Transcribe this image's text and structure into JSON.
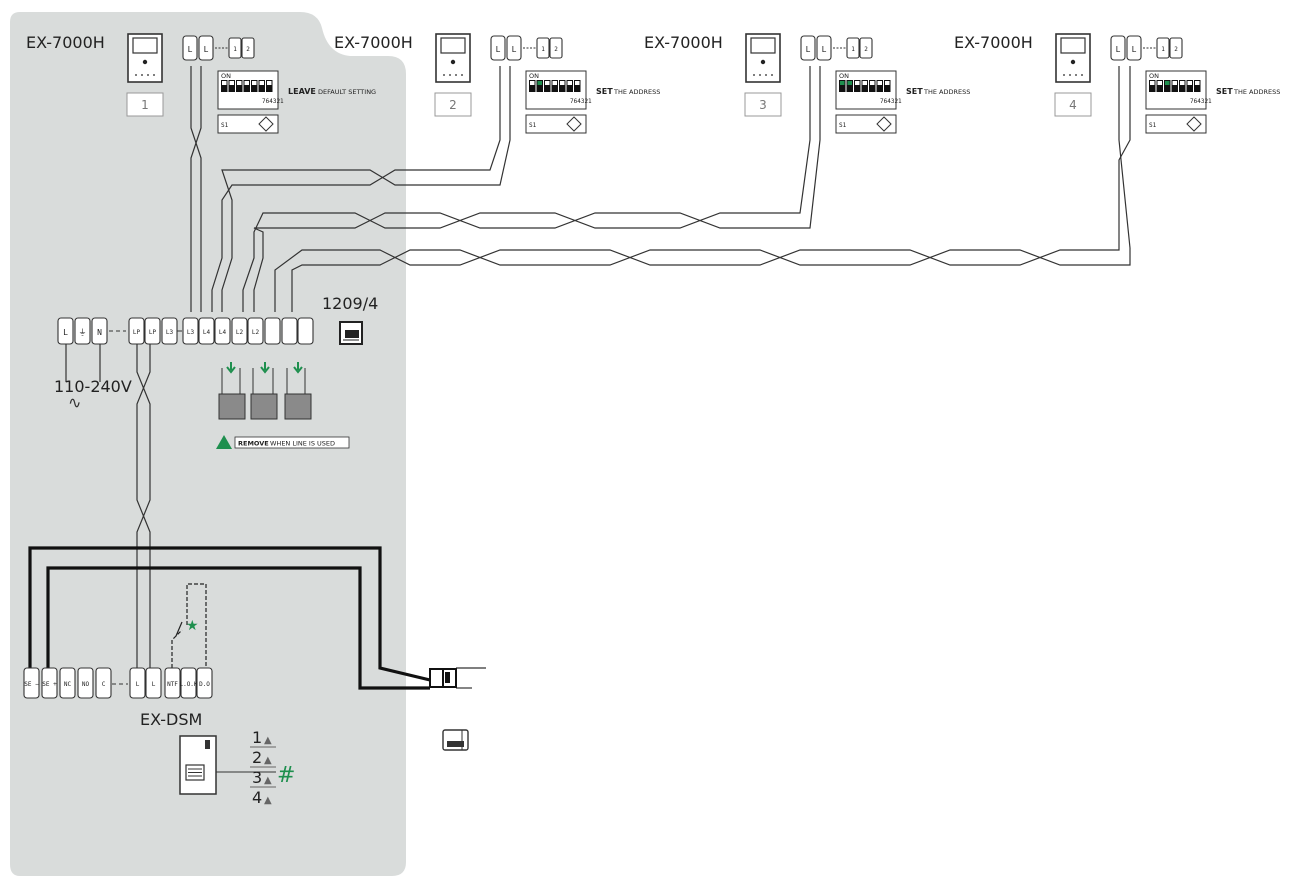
{
  "monitors": [
    {
      "model": "EX-7000H",
      "number": "1",
      "terminals": [
        "L",
        "L"
      ],
      "dip_on": "ON",
      "dip_bold": "LEAVE",
      "dip_text": "DEFAULT SETTING",
      "dip_digits": "764321",
      "s1": "S1"
    },
    {
      "model": "EX-7000H",
      "number": "2",
      "terminals": [
        "L",
        "L"
      ],
      "dip_on": "ON",
      "dip_bold": "SET",
      "dip_text": "THE ADDRESS",
      "dip_digits": "764321",
      "s1": "S1"
    },
    {
      "model": "EX-7000H",
      "number": "3",
      "terminals": [
        "L",
        "L"
      ],
      "dip_on": "ON",
      "dip_bold": "SET",
      "dip_text": "THE ADDRESS",
      "dip_digits": "764321",
      "s1": "S1"
    },
    {
      "model": "EX-7000H",
      "number": "4",
      "terminals": [
        "L",
        "L"
      ],
      "dip_on": "ON",
      "dip_bold": "SET",
      "dip_text": "THE ADDRESS",
      "dip_digits": "764321",
      "s1": "S1"
    }
  ],
  "power_supply": {
    "model": "1209/4",
    "mains_terminals": [
      "L",
      "⏚",
      "N"
    ],
    "line_terminals": [
      "LP",
      "LP",
      "L3",
      "L3",
      "L4",
      "L4",
      "L2",
      "L2",
      "",
      "",
      ""
    ],
    "voltage": "110-240V",
    "ac_symbol": "∿",
    "warning_bold": "REMOVE",
    "warning_text": "WHEN LINE IS USED"
  },
  "door_station": {
    "model": "EX-DSM",
    "terminals": [
      "SE −",
      "SE +",
      "NC",
      "NO",
      "C",
      "",
      "L",
      "L",
      "NTF",
      "L.O.K",
      "D.O"
    ],
    "buttons": [
      "1",
      "2",
      "3",
      "4"
    ],
    "hash": "#"
  },
  "colors": {
    "accent": "#1e8f4e",
    "panel": "#d9dcdb",
    "wire": "#333333"
  }
}
